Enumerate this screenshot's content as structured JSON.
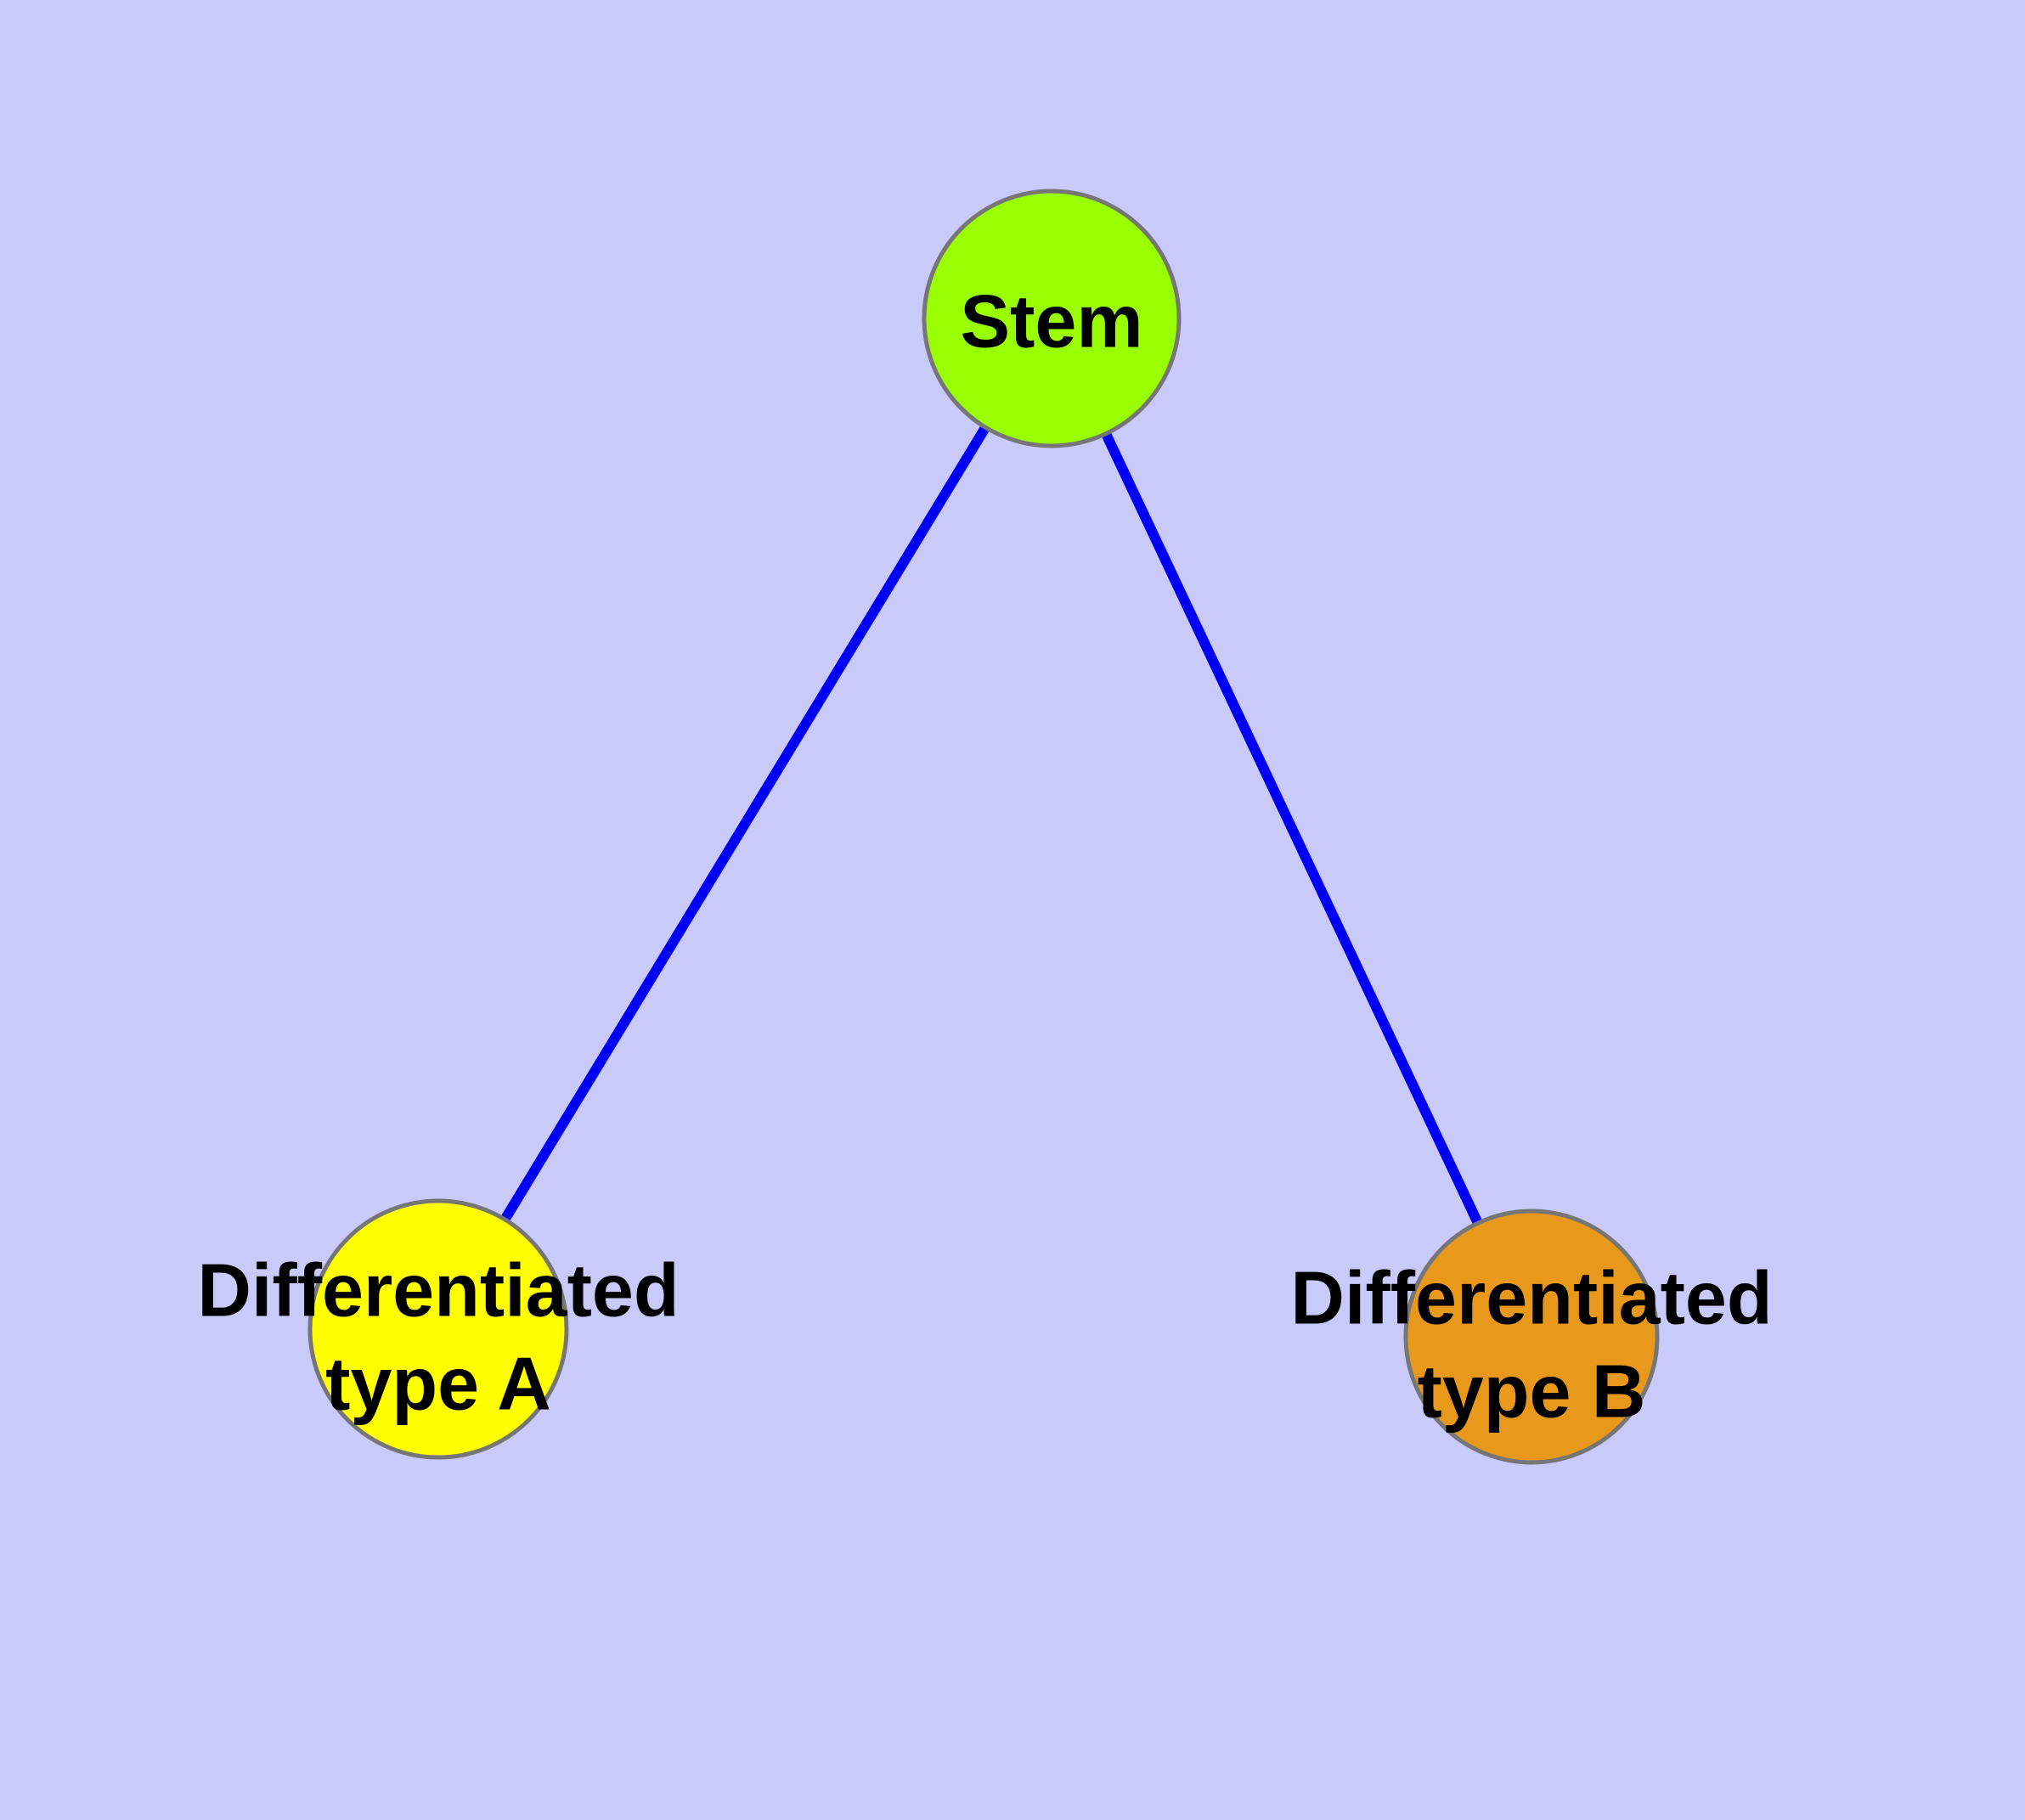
{
  "diagram": {
    "type": "graph",
    "background_color": "#CACAFA",
    "edge_color": "#0000F5",
    "node_border_color": "#767676",
    "label_color": "#000000",
    "nodes": [
      {
        "id": "stem",
        "label": "Stem",
        "fill": "#99FF00"
      },
      {
        "id": "differentiated-type-a",
        "label": "Differentiated type A",
        "label_line1": "Differentiated",
        "label_line2": "type A",
        "fill": "#FFFF00"
      },
      {
        "id": "differentiated-type-b",
        "label": "Differentiated type B",
        "label_line1": "Differentiated",
        "label_line2": "type B",
        "fill": "#E8991C"
      }
    ],
    "edges": [
      {
        "from": "Stem",
        "to": "Differentiated type A"
      },
      {
        "from": "Stem",
        "to": "Differentiated type B"
      }
    ]
  }
}
